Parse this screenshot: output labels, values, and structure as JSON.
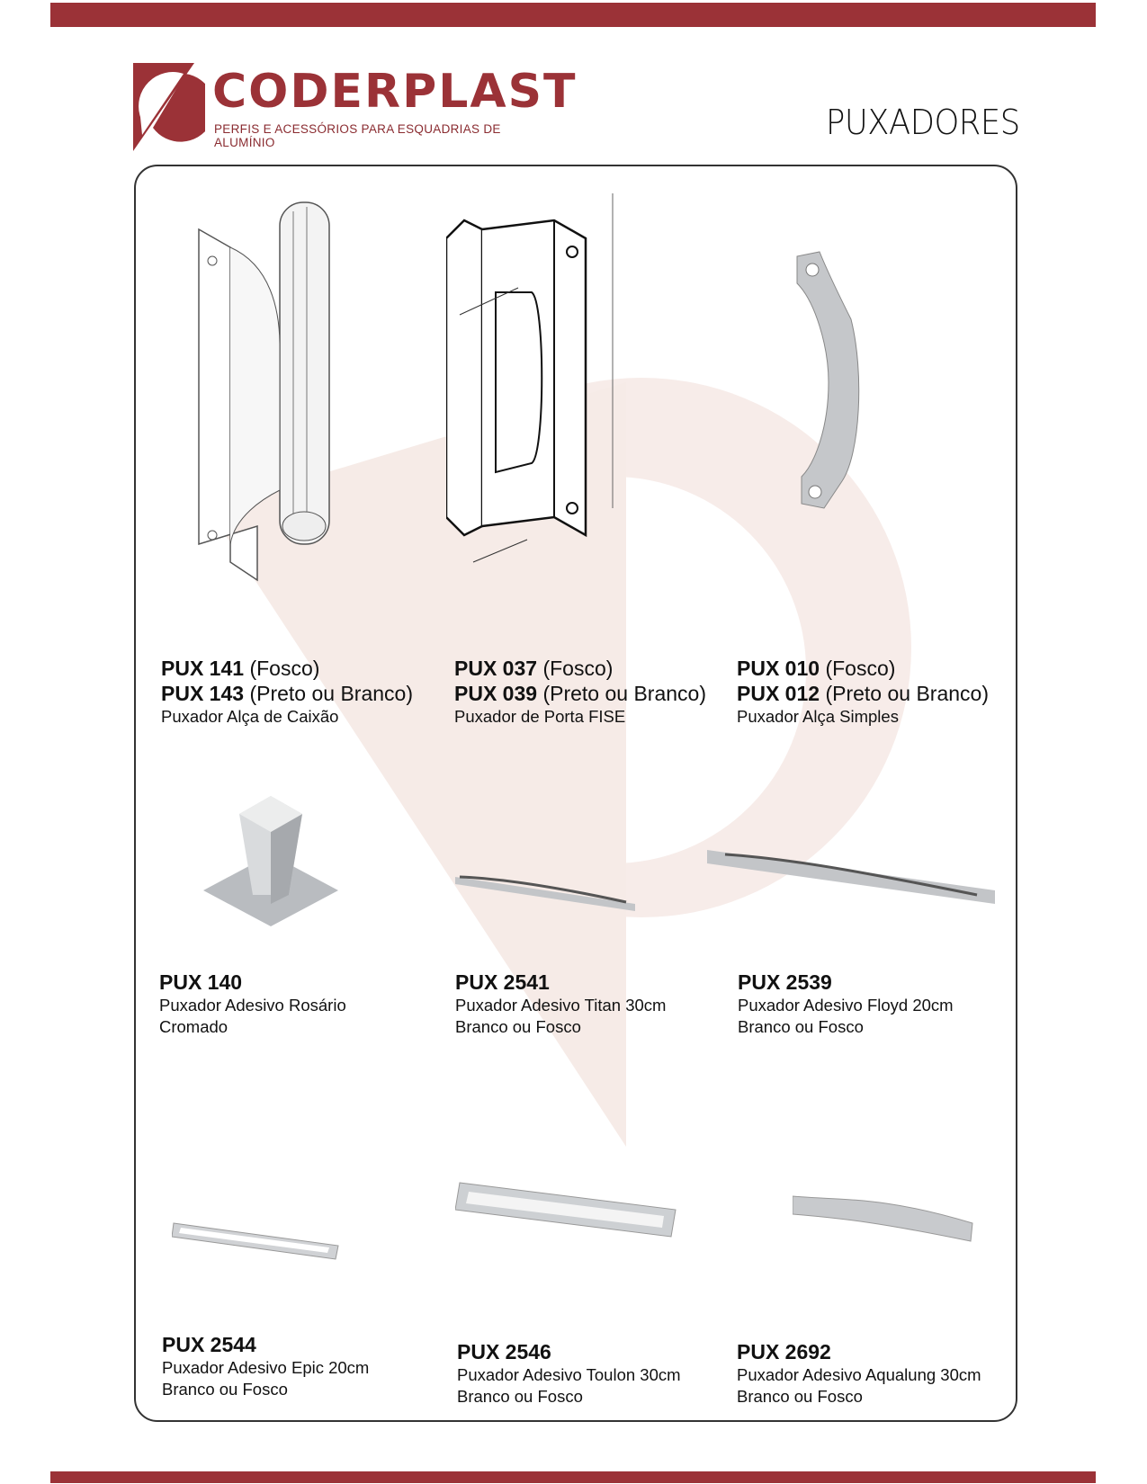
{
  "brand": {
    "name": "CODERPLAST",
    "tagline": "PERFIS E ACESSÓRIOS PARA ESQUADRIAS DE ALUMÍNIO",
    "color": "#9b3237"
  },
  "page_title": "PUXADORES",
  "products": [
    {
      "code1": "PUX 141",
      "finish1": "(Fosco)",
      "code2": "PUX 143",
      "finish2": "(Preto ou Branco)",
      "desc": "Puxador Alça de Caixão"
    },
    {
      "code1": "PUX 037",
      "finish1": "(Fosco)",
      "code2": "PUX 039",
      "finish2": "(Preto ou Branco)",
      "desc": "Puxador de Porta FISE"
    },
    {
      "code1": "PUX 010",
      "finish1": "(Fosco)",
      "code2": "PUX 012",
      "finish2": "(Preto ou Branco)",
      "desc": "Puxador Alça Simples"
    },
    {
      "code": "PUX 140",
      "desc": "Puxador Adesivo Rosário",
      "finish": "Cromado"
    },
    {
      "code": "PUX 2541",
      "desc": "Puxador Adesivo Titan 30cm",
      "finish": "Branco ou Fosco"
    },
    {
      "code": "PUX 2539",
      "desc": "Puxador Adesivo Floyd 20cm",
      "finish": "Branco ou Fosco"
    },
    {
      "code": "PUX 2544",
      "desc": "Puxador Adesivo Epic 20cm",
      "finish": "Branco ou Fosco"
    },
    {
      "code": "PUX 2546",
      "desc": "Puxador Adesivo Toulon 30cm",
      "finish": "Branco ou Fosco"
    },
    {
      "code": "PUX 2692",
      "desc": "Puxador Adesivo Aqualung 30cm",
      "finish": "Branco ou Fosco"
    }
  ]
}
